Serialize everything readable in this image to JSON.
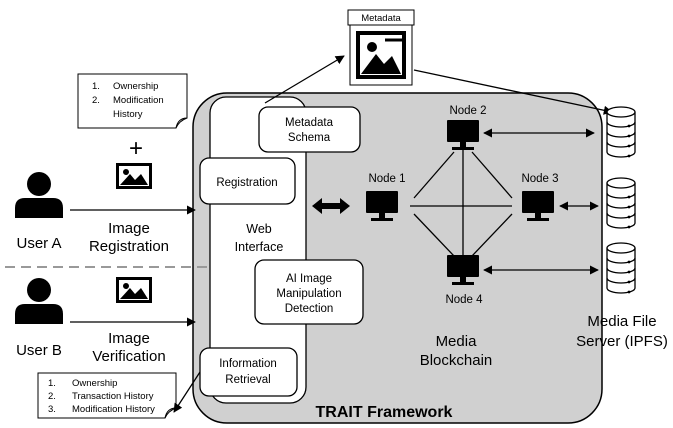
{
  "framework": {
    "title": "TRAIT Framework"
  },
  "metadata_box": {
    "label": "Metadata"
  },
  "note_top": {
    "items": [
      "1.",
      "Ownership",
      "2.",
      "Modification",
      "History"
    ]
  },
  "note_bottom": {
    "items": [
      "1.",
      "Ownership",
      "2.",
      "Transaction History",
      "3.",
      "Modification History"
    ]
  },
  "plus_sign": "+",
  "users": {
    "user_a": {
      "name": "User A",
      "action_line1": "Image",
      "action_line2": "Registration"
    },
    "user_b": {
      "name": "User B",
      "action_line1": "Image",
      "action_line2": "Verification"
    }
  },
  "web_interface": {
    "line1": "Web",
    "line2": "Interface",
    "metadata_schema": [
      "Metadata",
      "Schema"
    ],
    "registration": "Registration",
    "ai_detection": [
      "AI Image",
      "Manipulation",
      "Detection"
    ],
    "info_retrieval": [
      "Information",
      "Retrieval"
    ]
  },
  "nodes": [
    "Node 1",
    "Node 2",
    "Node 3",
    "Node 4"
  ],
  "blockchain": {
    "line1": "Media",
    "line2": "Blockchain"
  },
  "file_server": {
    "line1": "Media File",
    "line2": "Server (IPFS)"
  }
}
